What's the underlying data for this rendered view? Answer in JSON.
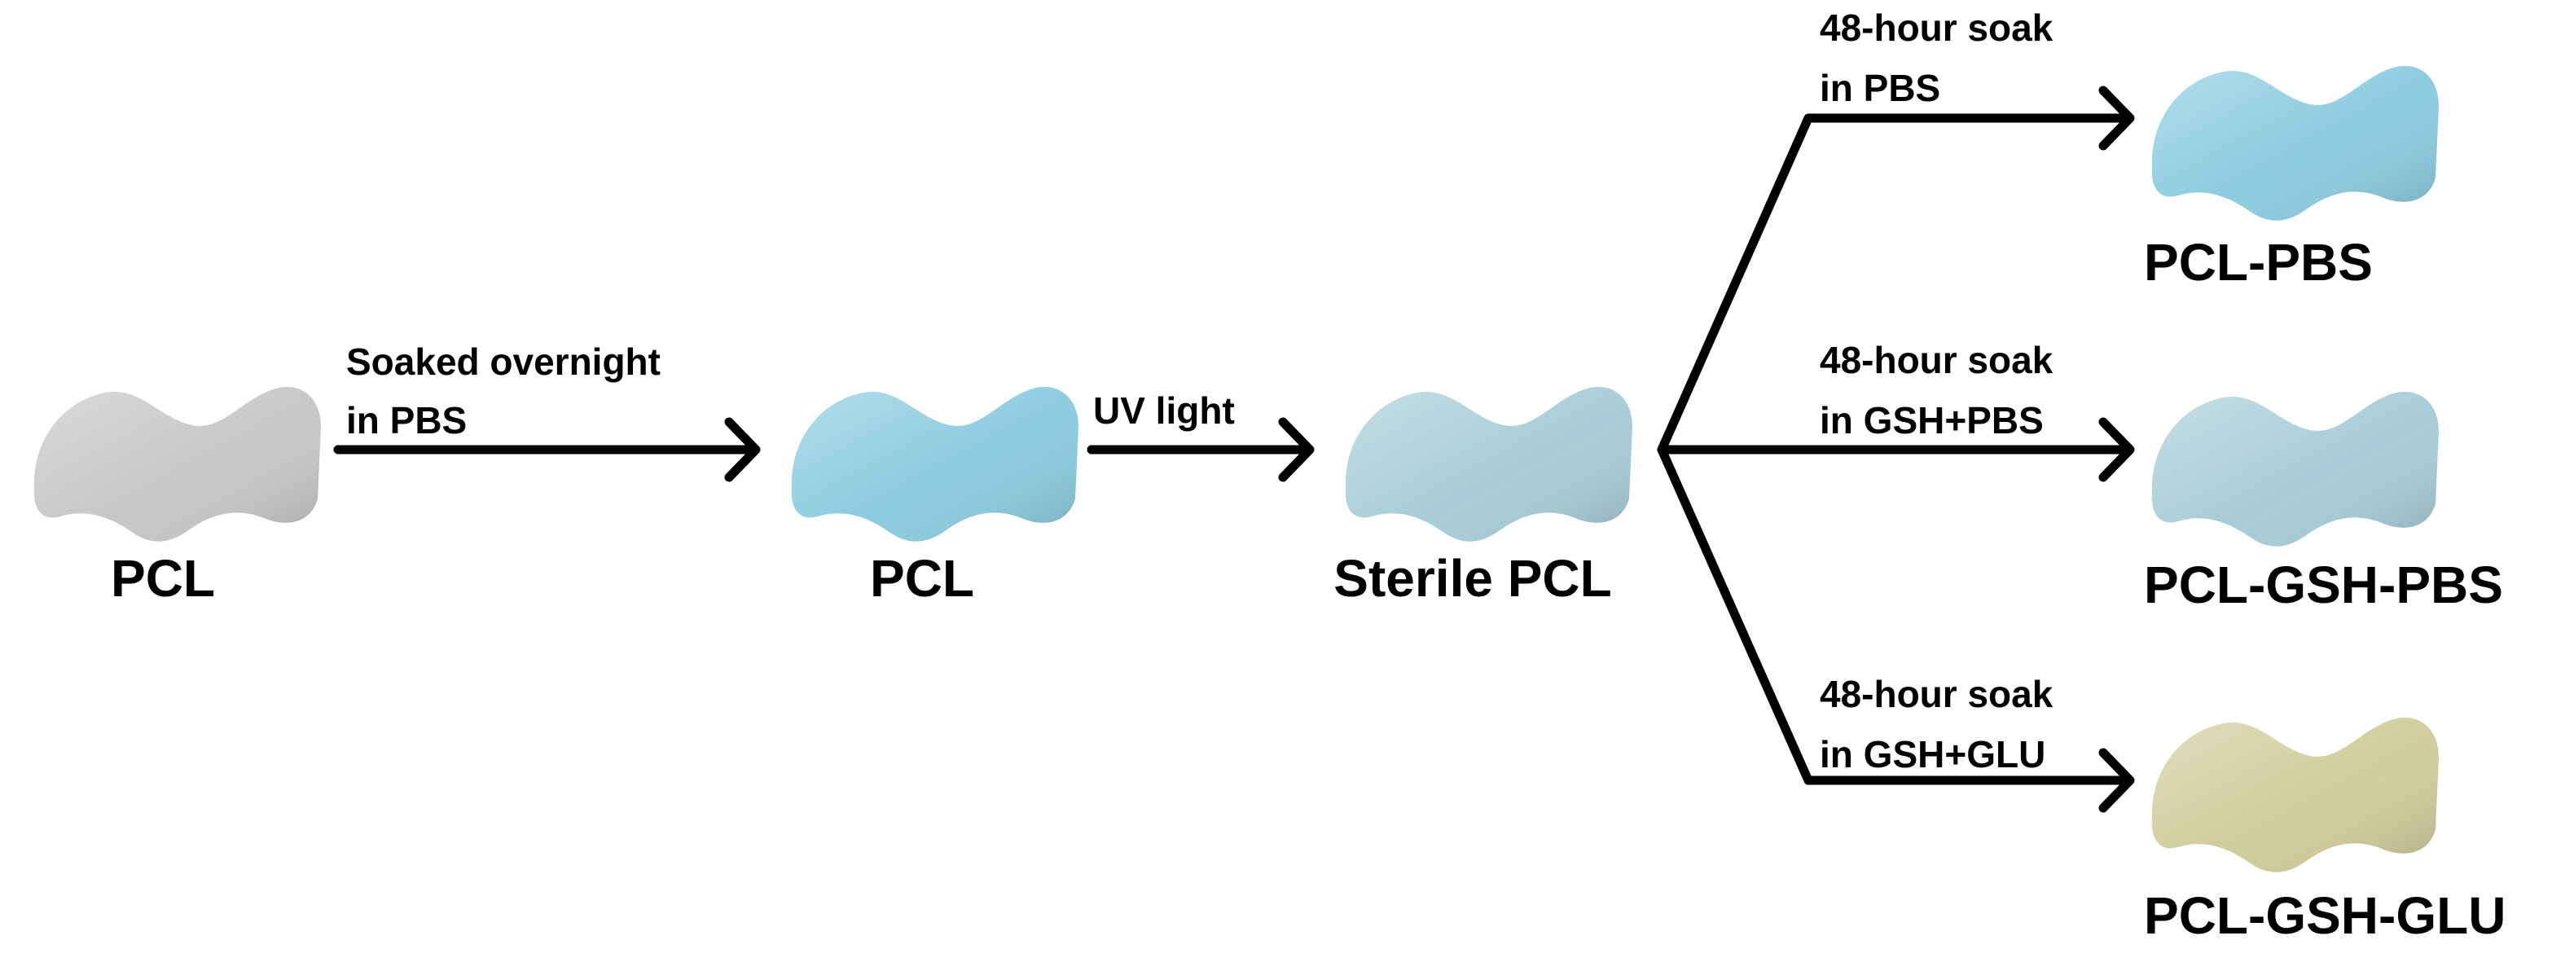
{
  "nodes": {
    "pcl_raw": {
      "label": "PCL",
      "color": "#c7c7c7"
    },
    "pcl_soaked": {
      "label": "PCL",
      "color": "#8ccbe0"
    },
    "sterile_pcl": {
      "label": "Sterile PCL",
      "color": "#a8cdd8"
    },
    "pcl_pbs": {
      "label": "PCL-PBS",
      "color": "#8ccbe0"
    },
    "pcl_gsh_pbs": {
      "label": "PCL-GSH-PBS",
      "color": "#a8cdd8"
    },
    "pcl_gsh_glu": {
      "label": "PCL-GSH-GLU",
      "color": "#d1cc9c"
    }
  },
  "steps": {
    "soak_overnight": {
      "line1": "Soaked overnight",
      "line2": "in PBS"
    },
    "uv": {
      "line1": "UV light"
    },
    "branch_pbs": {
      "line1": "48-hour soak",
      "line2": "in PBS"
    },
    "branch_gsh_pbs": {
      "line1": "48-hour soak",
      "line2": "in GSH+PBS"
    },
    "branch_gsh_glu": {
      "line1": "48-hour soak",
      "line2": "in GSH+GLU"
    }
  }
}
